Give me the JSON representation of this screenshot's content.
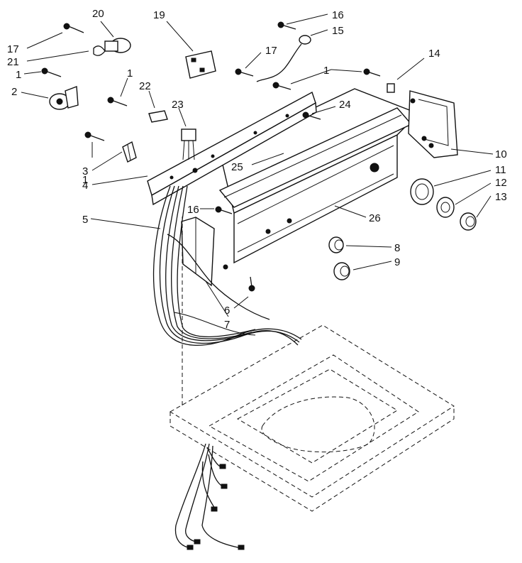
{
  "callouts": [
    {
      "id": "c16a",
      "text": "16"
    },
    {
      "id": "c15",
      "text": "15"
    },
    {
      "id": "c20",
      "text": "20"
    },
    {
      "id": "c19",
      "text": "19"
    },
    {
      "id": "c17a",
      "text": "17"
    },
    {
      "id": "c21",
      "text": "21"
    },
    {
      "id": "c17b",
      "text": "17"
    },
    {
      "id": "c14",
      "text": "14"
    },
    {
      "id": "c1a",
      "text": "1"
    },
    {
      "id": "c1b",
      "text": "1"
    },
    {
      "id": "c1c",
      "text": "1"
    },
    {
      "id": "c2",
      "text": "2"
    },
    {
      "id": "c22",
      "text": "22"
    },
    {
      "id": "c23",
      "text": "23"
    },
    {
      "id": "c24",
      "text": "24"
    },
    {
      "id": "c10",
      "text": "10"
    },
    {
      "id": "c1d",
      "text": "1"
    },
    {
      "id": "c11",
      "text": "11"
    },
    {
      "id": "c25",
      "text": "25"
    },
    {
      "id": "c12",
      "text": "12"
    },
    {
      "id": "c3",
      "text": "3"
    },
    {
      "id": "c13",
      "text": "13"
    },
    {
      "id": "c4",
      "text": "4"
    },
    {
      "id": "c16b",
      "text": "16"
    },
    {
      "id": "c26",
      "text": "26"
    },
    {
      "id": "c5",
      "text": "5"
    },
    {
      "id": "c8",
      "text": "8"
    },
    {
      "id": "c9",
      "text": "9"
    },
    {
      "id": "c6",
      "text": "6"
    },
    {
      "id": "c7",
      "text": "7"
    }
  ]
}
